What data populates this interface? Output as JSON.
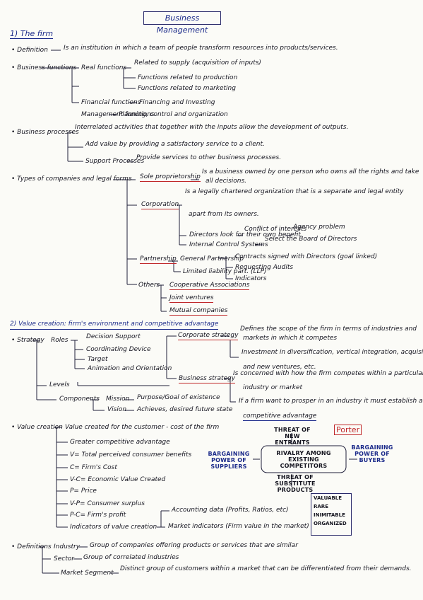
{
  "title": "Business Management",
  "s1": {
    "heading": "1) The firm",
    "definition_label": "Definition",
    "definition_text": "Is an institution in which a team of people transform resources into products/services.",
    "bf_label": "Business functions",
    "real": "Real functions",
    "real_1": "Related to supply (acquisition of inputs)",
    "real_2": "Functions related to production",
    "real_3": "Functions related to marketing",
    "financial": "Financial functions",
    "financial_1": "Financing and Investing",
    "management": "Management functions",
    "management_1": "Planning, control and organization",
    "bp_label": "Business processes",
    "bp_1": "Interrelated activities that together with the inputs allow the development of outputs.",
    "bp_2": "Add value by providing a satisfactory service to a client.",
    "support": "Support Processes",
    "support_1": "Provide services to other business processes.",
    "types_label": "Types of companies and legal forms",
    "sole": "Sole proprietorship",
    "sole_1": "Is a business owned by one person who owns all the rights and take",
    "sole_2": "all decisions.",
    "corp": "Corporation",
    "corp_1": "Is a legally chartered organization that is a separate and legal entity",
    "corp_2": "apart from its owners.",
    "corp_3": "Directors look for their own benefit",
    "corp_3b": "Conflict of interests",
    "corp_3c": "Agency problem",
    "corp_4": "Internal Control Systems",
    "corp_4b": "Select the Board of Directors",
    "corp_5": "Contracts signed with Directors (goal linked)",
    "corp_6": "Requesting Audits",
    "corp_7": "Indicators",
    "partner": "Partnership",
    "partner_1": "General Partnership",
    "partner_2": "Limited liability part. (LLP)",
    "others": "Others",
    "others_1": "Cooperative Associations",
    "others_2": "Joint ventures",
    "others_3": "Mutual companies"
  },
  "s2": {
    "heading": "2) Value creation: firm's environment and competitive advantage",
    "strategy_label": "Strategy",
    "roles": "Roles",
    "role_1": "Decision Support",
    "role_2": "Coordinating Device",
    "role_3": "Target",
    "role_4": "Animation and Orientation",
    "levels": "Levels",
    "components": "Components",
    "comp_1": "Mission",
    "comp_1b": "Purpose/Goal of existence",
    "comp_2": "Vision",
    "comp_2b": "Achieves, desired future state",
    "corp_strat": "Corporate strategy",
    "cs_1": "Defines the scope of the firm in terms of industries and",
    "cs_2": "markets in which it competes",
    "cs_3": "Investment in diversification, vertical integration, acquisitions",
    "cs_4": "and new ventures, etc.",
    "bus_strat": "Business strategy",
    "bs_1": "Is concerned with how the firm competes within a particular",
    "bs_2": "industry or market",
    "bs_3": "If a firm want to prosper in an industry it must establish a",
    "bs_4": "competitive advantage",
    "vc_label": "Value creation",
    "vc_1": "Value created for the customer - cost of the firm",
    "vc_2": "Greater competitive advantage",
    "vc_3": "V= Total perceived consumer benefits",
    "vc_4": "C= Firm's Cost",
    "vc_5": "V-C= Economic Value Created",
    "vc_6": "P= Price",
    "vc_7": "V-P= Consumer surplus",
    "vc_8": "P-C= Firm's profit",
    "vc_9": "Indicators of value creation",
    "vc_9a": "Accounting data (Profits, Ratios, etc)",
    "vc_9b": "Market indicators (Firm value in the market)",
    "defs_label": "Definitions",
    "def_1": "Industry",
    "def_1b": "Group of companies offering products or services that are similar",
    "def_2": "Sector",
    "def_2b": "Group of correlated industries",
    "def_3": "Market Segment",
    "def_3b": "Distinct group of customers within a market that can be differentiated from their demands."
  },
  "porter": {
    "label": "Porter",
    "entrants": "THREAT OF NEW ENTRANTS",
    "suppliers": "BARGAINING POWER OF SUPPLIERS",
    "rivalry": "RIVALRY AMONG EXISTING COMPETITORS",
    "buyers": "BARGAINING POWER OF BUYERS",
    "substitutes": "THREAT OF SUBSTITUTE PRODUCTS"
  },
  "vrio": [
    "VALUABLE",
    "RARE",
    "INIMITABLE",
    "ORGANIZED"
  ],
  "colors": {
    "ink": "#14141f",
    "blue_ink": "#1b2a8a",
    "red_ink": "#c0282a",
    "paper": "#fbfbf7"
  }
}
